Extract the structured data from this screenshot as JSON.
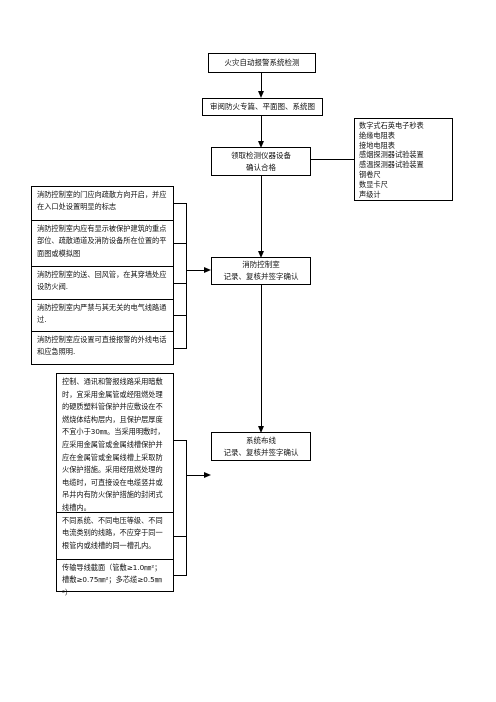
{
  "flow": {
    "start": "火灾自动报警系统检测",
    "review": "审阅防火专篇、平面图、系统图",
    "instruments": {
      "line1": "领取检测仪器设备",
      "line2": "确认合格"
    },
    "instrument_list": [
      "数字式石英电子秒表",
      "绝缘电阻表",
      "接地电阻表",
      "感烟探测器试验装置",
      "感温探测器试验装置",
      "钢卷尺",
      "数显卡尺",
      "声级计"
    ],
    "control_room": {
      "line1": "消防控制室",
      "line2": "记录、复核并签字确认"
    },
    "control_room_notes": [
      "消防控制室的门应向疏散方向开启，并应在入口处设置明显的标志",
      "消防控制室内应有显示被保护建筑的重点部位、疏散通道及消防设备所在位置的平面图或模拟图",
      "消防控制室的送、回风管，在其穿墙处应设防火阀.",
      "消防控制室内严禁与其无关的电气线路通过.",
      "消防控制室应设置可直接报警的外线电话和应急照明."
    ],
    "wiring": {
      "line1": "系统布线",
      "line2": "记录、复核并签字确认"
    },
    "wiring_notes": {
      "note1": "控制、通讯和警报线路采用暗敷时，宜采用金属管或经阻燃处理的硬质塑料管保护并应敷设在不燃烧体结构层内，且保护层厚度不宜小于30㎜。当采用明敷时，应采用金属管或金属线槽保护并应在金属管或金属线槽上采取防火保护措施。采用经阻燃处理的电缆时，可直接设在电缆竖井或吊井内有防火保护措施的封闭式线槽内。",
      "note2": "不同系统、不同电压等级、不同电流类别的线路，不应穿于同一根管内或线槽的同一槽孔内。",
      "note3_a": "传输导线截面（管敷≥1.0㎜²；",
      "note3_b": "槽敷≥0.75㎜²；多芯缆≥0.5㎜²）"
    }
  }
}
